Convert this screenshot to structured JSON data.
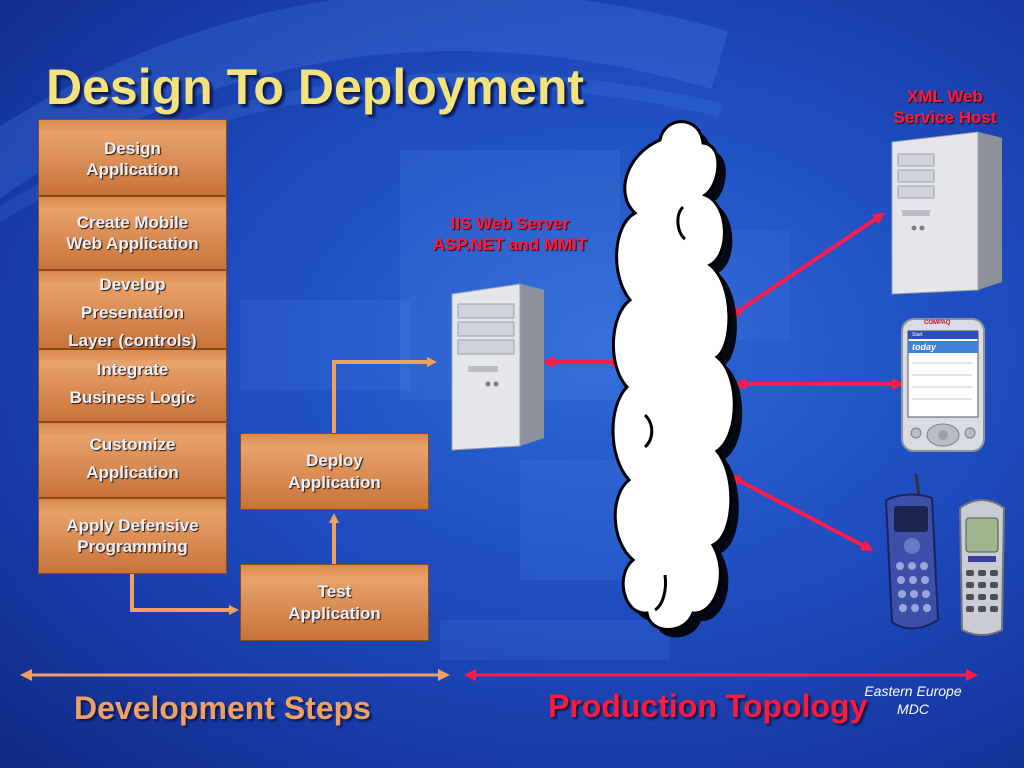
{
  "slide": {
    "title": "Design To Deployment"
  },
  "steps": [
    {
      "line1": "Design",
      "line2": "Application"
    },
    {
      "line1": "Create Mobile",
      "line2": "Web Application"
    },
    {
      "line1": "Develop",
      "line2": "Presentation",
      "line3": "Layer (controls)"
    },
    {
      "line1": "Integrate",
      "line2": "Business Logic"
    },
    {
      "line1": "Customize",
      "line2": "Application"
    },
    {
      "line1": "Apply Defensive",
      "line2": "Programming"
    }
  ],
  "deploy": {
    "line1": "Deploy",
    "line2": "Application"
  },
  "test": {
    "line1": "Test",
    "line2": "Application"
  },
  "servers": {
    "iis": {
      "line1": "IIS Web Server",
      "line2": "ASP.NET and MMIT"
    },
    "xml": {
      "line1": "XML Web",
      "line2": "Service Host"
    }
  },
  "pda": {
    "brand": "COMPAQ",
    "today_label": "today",
    "start_label": "Start"
  },
  "footer": {
    "development": "Development Steps",
    "production": "Production Topology",
    "credit_line1": "Eastern Europe",
    "credit_line2": "MDC"
  },
  "colors": {
    "title": "#f4e27a",
    "step_box": "#d98a4a",
    "orange_arrow": "#f0a060",
    "red_arrow": "#ff1a4a",
    "footer_orange": "#f0a060",
    "footer_red": "#ff1a3a"
  }
}
